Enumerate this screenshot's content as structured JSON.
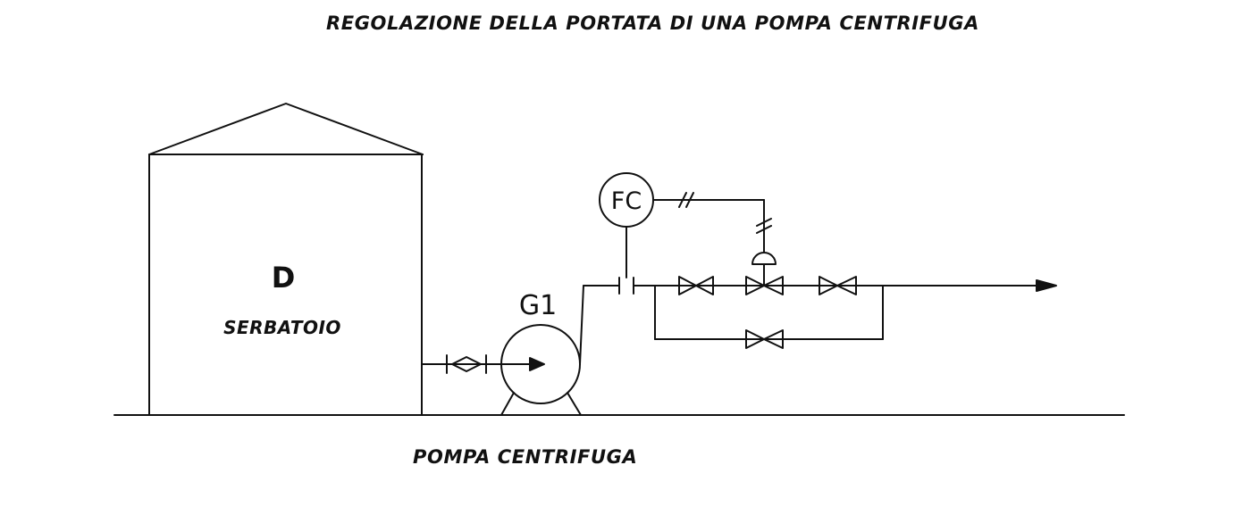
{
  "diagram": {
    "title": "REGOLAZIONE DELLA PORTATA DI UNA POMPA CENTRIFUGA",
    "caption": "POMPA CENTRIFUGA",
    "tank": {
      "tag": "D",
      "label": "SERBATOIO"
    },
    "pump": {
      "tag": "G1"
    },
    "controller": {
      "tag": "FC"
    }
  }
}
